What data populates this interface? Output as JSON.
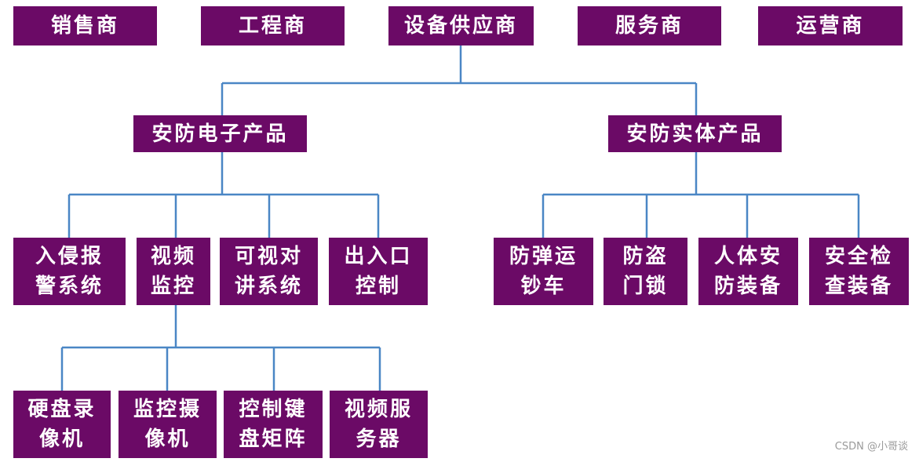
{
  "colors": {
    "box_fill": "#6b0a66",
    "box_text": "#ffffff",
    "line": "#4a86c5"
  },
  "top_row": [
    "销售商",
    "工程商",
    "设备供应商",
    "服务商",
    "运营商"
  ],
  "categories": {
    "electronic": "安防电子产品",
    "physical": "安防实体产品"
  },
  "electronic_items": [
    [
      "入侵报",
      "警系统"
    ],
    [
      "视频",
      "监控"
    ],
    [
      "可视对",
      "讲系统"
    ],
    [
      "出入口",
      "控制"
    ]
  ],
  "physical_items": [
    [
      "防弹运",
      "钞车"
    ],
    [
      "防盗",
      "门锁"
    ],
    [
      "人体安",
      "防装备"
    ],
    [
      "安全检",
      "查装备"
    ]
  ],
  "video_items": [
    [
      "硬盘录",
      "像机"
    ],
    [
      "监控摄",
      "像机"
    ],
    [
      "控制键",
      "盘矩阵"
    ],
    [
      "视频服",
      "务器"
    ]
  ],
  "watermark": "CSDN @小哥谈"
}
